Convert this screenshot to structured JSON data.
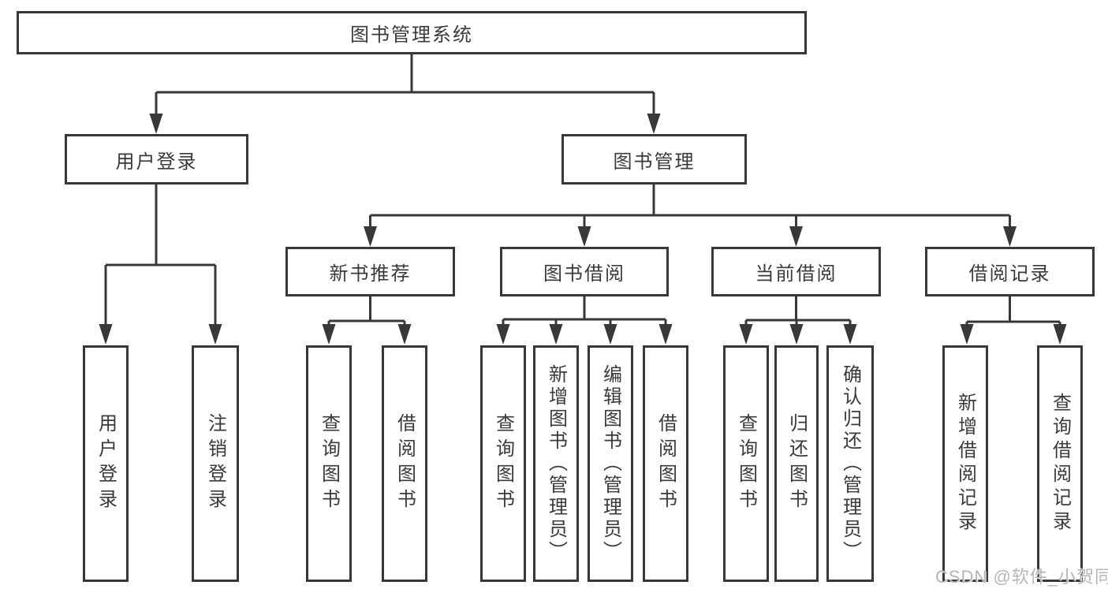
{
  "tree": {
    "root": {
      "label": "图书管理系统"
    },
    "branches": [
      {
        "label": "用户登录",
        "children": [
          {
            "label": "用户登录"
          },
          {
            "label": "注销登录"
          }
        ]
      },
      {
        "label": "图书管理",
        "children": [
          {
            "label": "新书推荐",
            "children": [
              {
                "label": "查询图书"
              },
              {
                "label": "借阅图书"
              }
            ]
          },
          {
            "label": "图书借阅",
            "children": [
              {
                "label": "查询图书"
              },
              {
                "label": "新增图书（管理员）"
              },
              {
                "label": "编辑图书（管理员）"
              },
              {
                "label": "借阅图书"
              }
            ]
          },
          {
            "label": "当前借阅",
            "children": [
              {
                "label": "查询图书"
              },
              {
                "label": "归还图书"
              },
              {
                "label": "确认归还（管理员）"
              }
            ]
          },
          {
            "label": "借阅记录",
            "children": [
              {
                "label": "新增借阅记录"
              },
              {
                "label": "查询借阅记录"
              }
            ]
          }
        ]
      }
    ]
  },
  "watermark": {
    "text": "CSDN @软件_小贺同学"
  },
  "colors": {
    "line": "#383838",
    "text": "#3a3a3a",
    "watermark": "#b5b5b5",
    "background": "#ffffff"
  }
}
